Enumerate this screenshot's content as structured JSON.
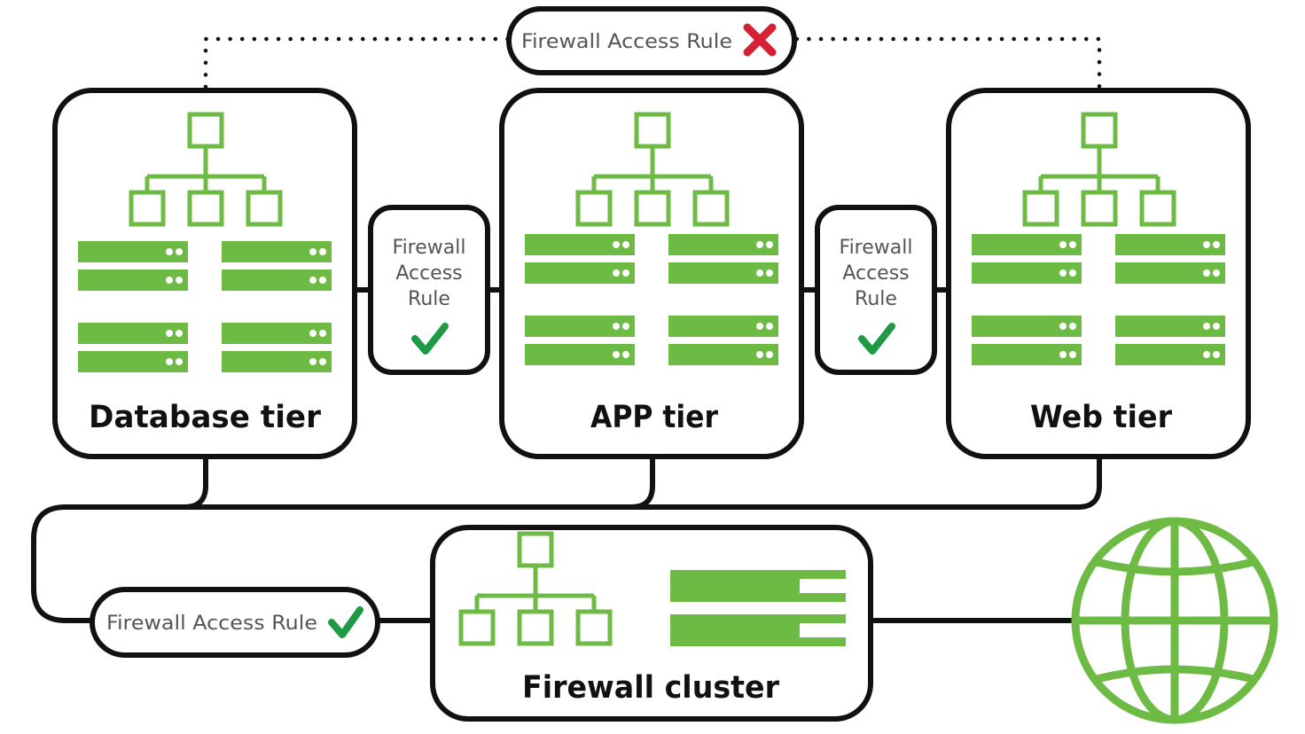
{
  "colors": {
    "accent": "#6dbb45",
    "outline": "#111111",
    "check": "#1e9a45",
    "cross": "#d42136",
    "muted_text": "#555555"
  },
  "tiers": {
    "database": {
      "label": "Database tier",
      "icons": [
        "network-hierarchy-icon",
        "server-rack-icon"
      ]
    },
    "app": {
      "label": "APP tier",
      "icons": [
        "network-hierarchy-icon",
        "server-rack-icon"
      ]
    },
    "web": {
      "label": "Web tier",
      "icons": [
        "network-hierarchy-icon",
        "server-rack-icon"
      ]
    }
  },
  "rules": {
    "top": {
      "lines": [
        "Firewall Access Rule"
      ],
      "status": "denied",
      "icon": "cross-icon"
    },
    "db_app": {
      "lines": [
        "Firewall",
        "Access",
        "Rule"
      ],
      "status": "allowed",
      "icon": "checkmark-icon"
    },
    "app_web": {
      "lines": [
        "Firewall",
        "Access",
        "Rule"
      ],
      "status": "allowed",
      "icon": "checkmark-icon"
    },
    "bottom": {
      "lines": [
        "Firewall Access Rule"
      ],
      "status": "allowed",
      "icon": "checkmark-icon"
    }
  },
  "cluster": {
    "label": "Firewall cluster",
    "icons": [
      "network-hierarchy-icon",
      "server-rack-icon"
    ]
  },
  "internet": {
    "icon": "globe-icon"
  }
}
